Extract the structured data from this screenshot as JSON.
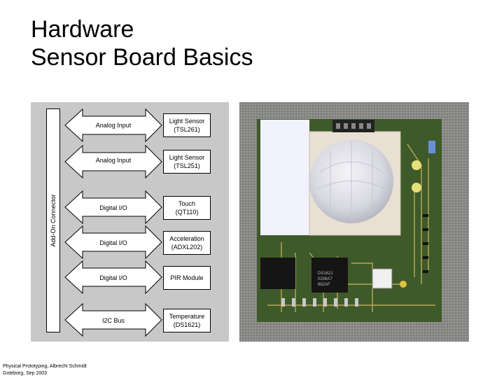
{
  "title": {
    "line1": "Hardware",
    "line2": "Sensor Board Basics"
  },
  "diagram": {
    "connector_label": "Add-On Connector",
    "rows": [
      {
        "signal": "Analog Input",
        "sensor_line1": "Light Sensor",
        "sensor_line2": "(TSL261)"
      },
      {
        "signal": "Analog Input",
        "sensor_line1": "Light Sensor",
        "sensor_line2": "(TSL251)"
      },
      {
        "signal": "Digital I/O",
        "sensor_line1": "Touch",
        "sensor_line2": "(QT110)"
      },
      {
        "signal": "Digital I/O",
        "sensor_line1": "Acceleration",
        "sensor_line2": "(ADXL202)"
      },
      {
        "signal": "Digital I/O",
        "sensor_line1": "PIR Module",
        "sensor_line2": ""
      },
      {
        "signal": "I2C Bus",
        "sensor_line1": "Temperature",
        "sensor_line2": "(DS1621)"
      }
    ]
  },
  "photo": {
    "chip_label_1": "DS1621",
    "chip_label_2": "0206A7",
    "chip_label_3": "682AF"
  },
  "footer": {
    "line1": "Physical Prototyping, Albrecht Schmidt",
    "line2": "Goteborg, Sep 2003"
  },
  "colors": {
    "board": "#3f5a2a",
    "background": "#c8c8c8",
    "photo_bg": "#8a8a88"
  }
}
